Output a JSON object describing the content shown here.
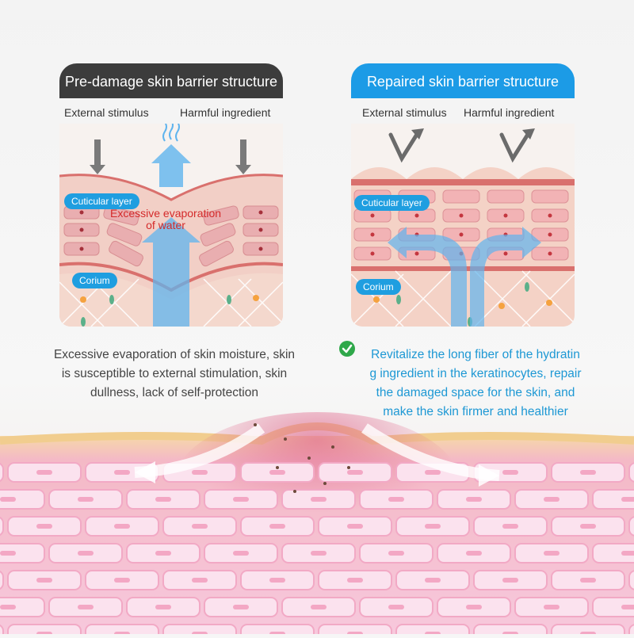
{
  "left_panel": {
    "title": "Pre-damage skin barrier structure",
    "external_label": "External stimulus",
    "harmful_label": "Harmful ingredient",
    "evaporation_line1": "Excessive evaporation",
    "evaporation_line2": "of water",
    "cuticular_tag": "Cuticular layer",
    "corium_tag": "Corium",
    "caption_lines": [
      "Excessive evaporation of skin moisture, skin",
      "is susceptible to external stimulation, skin",
      "dullness, lack of self-protection"
    ]
  },
  "right_panel": {
    "title": "Repaired skin barrier structure",
    "external_label": "External stimulus",
    "harmful_label": "Harmful ingredient",
    "cuticular_tag": "Cuticular layer",
    "corium_tag": "Corium",
    "caption_lines": [
      "Revitalize the long fiber of the hydratin",
      "g ingredient in the keratinocytes, repair",
      "the damaged space for the skin, and",
      "make the skin firmer and healthier"
    ]
  },
  "colors": {
    "dark_header": "#3c3c3c",
    "blue_header": "#1c9be6",
    "evaporation_text": "#d42a2a",
    "caption_right": "#1d98d4",
    "check": "#2fa84a"
  },
  "icons": [
    "check-icon",
    "arrow-down-icon",
    "arrow-deflect-icon",
    "vapor-icon"
  ]
}
